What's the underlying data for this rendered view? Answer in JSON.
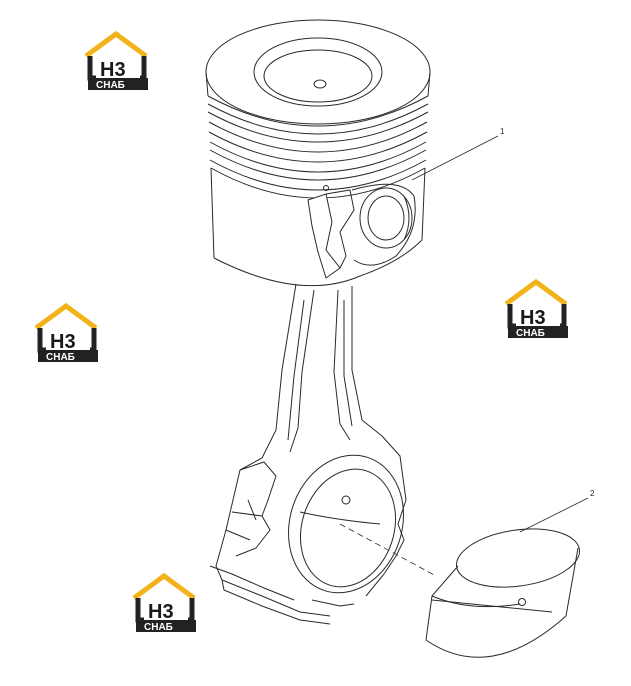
{
  "callouts": [
    {
      "id": "1",
      "label": "1"
    },
    {
      "id": "2",
      "label": "2"
    }
  ],
  "logo": {
    "main": "Н3",
    "sub": "СНАБ"
  },
  "colors": {
    "line": "#2a2a2a",
    "logo_accent": "#f2b31a",
    "logo_dark": "#222222",
    "background": "#ffffff"
  }
}
